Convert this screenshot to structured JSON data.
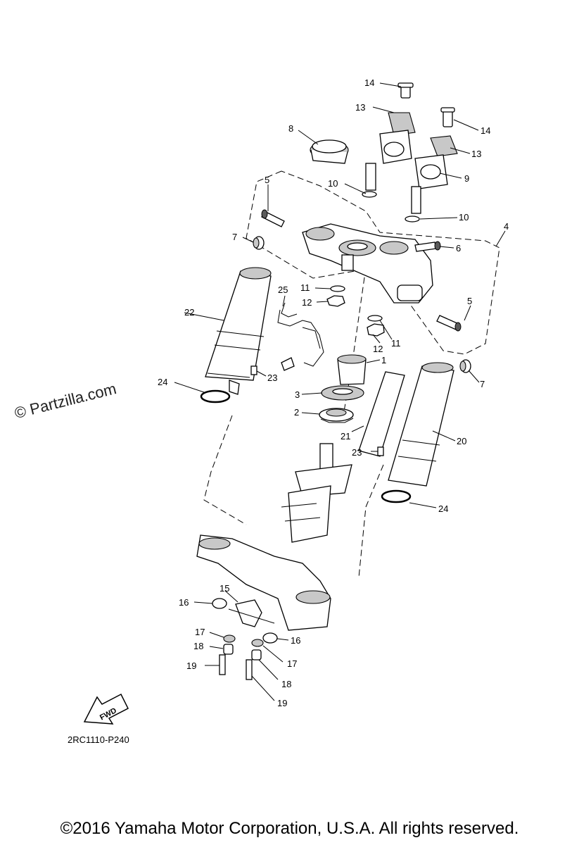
{
  "watermark": "© Partzilla.com",
  "diagram_code": "2RC1110-P240",
  "copyright": "©2016 Yamaha Motor Corporation, U.S.A. All rights reserved.",
  "fwd_label": "FWD",
  "callouts": {
    "c14a": "14",
    "c14b": "14",
    "c13a": "13",
    "c13b": "13",
    "c8": "8",
    "c9": "9",
    "c10a": "10",
    "c10b": "10",
    "c5a": "5",
    "c5b": "5",
    "c4": "4",
    "c7a": "7",
    "c7b": "7",
    "c6": "6",
    "c11a": "11",
    "c11b": "11",
    "c12a": "12",
    "c12b": "12",
    "c25": "25",
    "c22": "22",
    "c1": "1",
    "c3": "3",
    "c2": "2",
    "c23a": "23",
    "c23b": "23",
    "c24a": "24",
    "c24b": "24",
    "c21": "21",
    "c20": "20",
    "c15": "15",
    "c16a": "16",
    "c16b": "16",
    "c17a": "17",
    "c17b": "17",
    "c18a": "18",
    "c18b": "18",
    "c19a": "19",
    "c19b": "19"
  }
}
